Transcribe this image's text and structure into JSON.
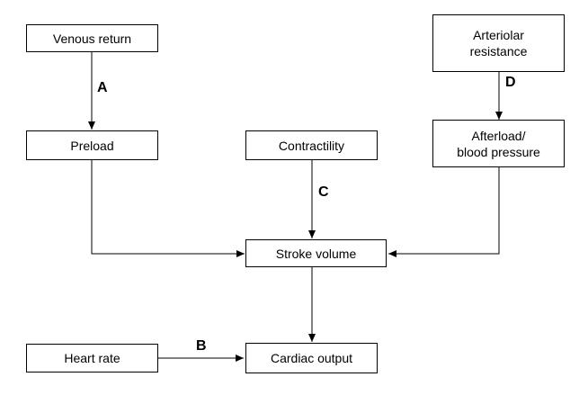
{
  "nodes": {
    "venous_return": "Venous return",
    "arteriolar_resistance": "Arteriolar\nresistance",
    "preload": "Preload",
    "contractility": "Contractility",
    "afterload": "Afterload/\nblood pressure",
    "stroke_volume": "Stroke volume",
    "heart_rate": "Heart rate",
    "cardiac_output": "Cardiac output"
  },
  "edge_labels": {
    "a": "A",
    "b": "B",
    "c": "C",
    "d": "D"
  },
  "colors": {
    "line": "#000000",
    "background": "#ffffff"
  }
}
